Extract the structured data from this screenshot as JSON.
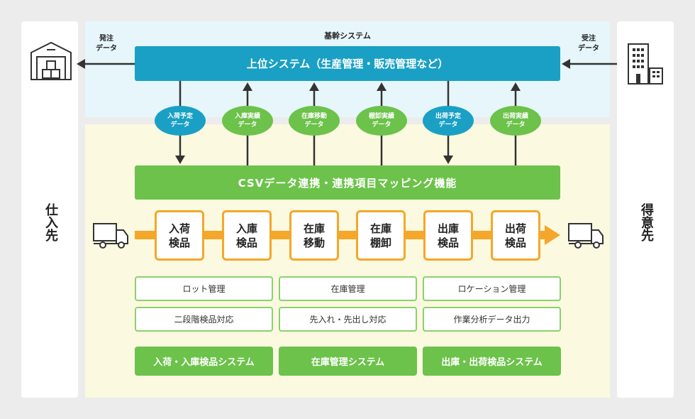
{
  "supplier_label": "仕入先",
  "customer_label": "得意先",
  "base_system_label": "基幹システム",
  "upper_system": "上位システム（生産管理・販売管理など）",
  "order_data": "発注\nデータ",
  "receive_order_data": "受注\nデータ",
  "interface_data": [
    {
      "label": "入荷予定\nデータ",
      "color": "blue",
      "direction": "down"
    },
    {
      "label": "入庫実績\nデータ",
      "color": "green",
      "direction": "up"
    },
    {
      "label": "在庫移動\nデータ",
      "color": "green",
      "direction": "up"
    },
    {
      "label": "棚卸実績\nデータ",
      "color": "green",
      "direction": "up"
    },
    {
      "label": "出荷予定\nデータ",
      "color": "blue",
      "direction": "down"
    },
    {
      "label": "出荷実績\nデータ",
      "color": "green",
      "direction": "up"
    }
  ],
  "csv_function": "CSVデータ連携・連携項目マッピング機能",
  "processes": [
    "入荷\n検品",
    "入庫\n検品",
    "在庫\n移動",
    "在庫\n棚卸",
    "出庫\n検品",
    "出荷\n検品"
  ],
  "features": [
    [
      "ロット管理",
      "在庫管理",
      "ロケーション管理"
    ],
    [
      "二段階検品対応",
      "先入れ・先出し対応",
      "作業分析データ出力"
    ]
  ],
  "systems": [
    "入荷・入庫検品システム",
    "在庫管理システム",
    "出庫・出荷検品システム"
  ],
  "colors": {
    "blue": "#1aa0c4",
    "green": "#6cc24a",
    "orange": "#f4a72a"
  },
  "icons": [
    "warehouse-icon",
    "building-icon",
    "truck-icon"
  ]
}
